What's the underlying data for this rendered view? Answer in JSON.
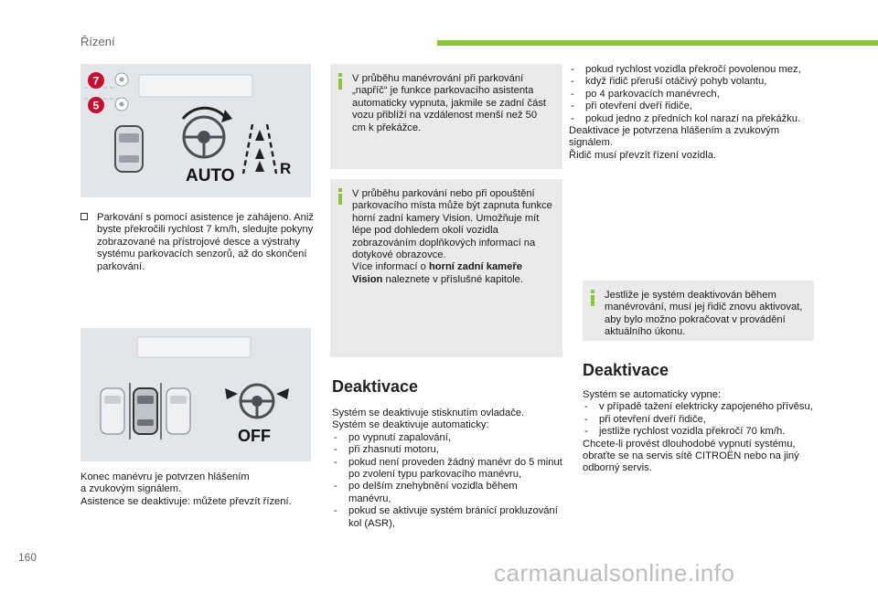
{
  "header": {
    "section": "Řízení"
  },
  "footer": {
    "page_number": "160",
    "watermark": "carmanualsonline.info"
  },
  "figure1": {
    "badge_top": "7",
    "badge_bottom": "5",
    "label_auto": "AUTO",
    "label_r": "R"
  },
  "figure2": {
    "label_off": "OFF"
  },
  "col1": {
    "bullet_mark": "",
    "bullet_text": "Parkování s pomocí asistence je zahájeno. Aniž byste překročili rychlost 7 km/h, sledujte pokyny zobrazované na přístrojové desce a výstrahy systému parkovacích senzorů, až do skončení parkování.",
    "end_lines": [
      "Konec manévru je potvrzen hlášením",
      "a zvukovým signálem.",
      "Asistence se deaktivuje: můžete převzít řízení."
    ]
  },
  "col2": {
    "info1": "V průběhu manévrování při parkování „napříč“ je funkce parkovacího asistenta automaticky vypnuta, jakmile se zadní část vozu přiblíží na vzdálenost menší než 50 cm k překážce.",
    "info2_text": "V průběhu parkování nebo při opouštění parkovacího místa může být zapnuta funkce horní zadní kamery Vision. Umožňuje mít lépe pod dohledem okolí vozidla zobrazováním doplňkových informací na dotykové obrazovce.",
    "info2_ref_pre": "Více informací o ",
    "info2_ref_bold": "horní zadní kameře Vision",
    "info2_ref_post": " naleznete v příslušné kapitole.",
    "heading": "Deaktivace",
    "line1": "Systém se deaktivuje stisknutím ovladače.",
    "line2": "Systém se deaktivuje automaticky:",
    "items": [
      "po vypnutí zapalování,",
      "při zhasnutí motoru,",
      "pokud není proveden žádný manévr do 5 minut po zvolení typu parkovacího manévru,",
      "po delším znehybnění vozidla během manévru,",
      "pokud se aktivuje systém bránící prokluzování kol (ASR),"
    ]
  },
  "col3": {
    "items": [
      "pokud rychlost vozidla překročí povolenou mez,",
      "když řidič přeruší otáčivý pohyb volantu,",
      "po 4 parkovacích manévrech,",
      "při otevření dveří řidiče,",
      "pokud jedno z předních kol narazí na překážku."
    ],
    "after1": "Deaktivace je potvrzena hlášením a zvukovým signálem.",
    "after2": "Řidič musí převzít řízení vozidla.",
    "info": "Jestliže je systém deaktivován během manévrování, musí jej řidič znovu aktivovat, aby bylo možno pokračovat v provádění aktuálního úkonu.",
    "heading": "Deaktivace",
    "line1": "Systém se automaticky vypne:",
    "items2": [
      "v případě tažení elektricky zapojeného přívěsu,",
      "při otevření dveří řidiče,",
      "jestliže rychlost vozidla překročí 70 km/h."
    ],
    "outro": "Chcete-li provést dlouhodobé vypnutí systému, obraťte se na servis sítě CITROËN nebo na jiný odborný servis."
  },
  "colors": {
    "accent": "#8ac43f",
    "badge": "#c8102e",
    "figure_bg": "#e2e5e9",
    "info_bg": "#eaeaea"
  },
  "icons": [
    "parking-sensor-icon",
    "steering-wheel-icon",
    "parking-lines-icon",
    "car-top-view-icon"
  ]
}
